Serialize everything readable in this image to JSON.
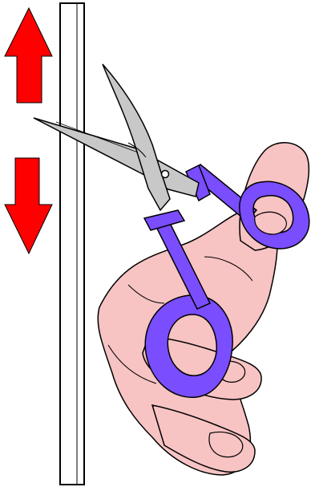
{
  "illustration": {
    "subject": "hand-holding-scissors-cutting-strip",
    "arrows": [
      {
        "name": "up-arrow",
        "direction": "up"
      },
      {
        "name": "down-arrow",
        "direction": "down"
      }
    ]
  },
  "colors": {
    "background": "#ffffff",
    "outline": "#000000",
    "arrow": "#ff0000",
    "skin": "#f7c3c3",
    "handle": "#7a4dff",
    "blade": "#c8c8c8",
    "strip": "#ffffff"
  }
}
